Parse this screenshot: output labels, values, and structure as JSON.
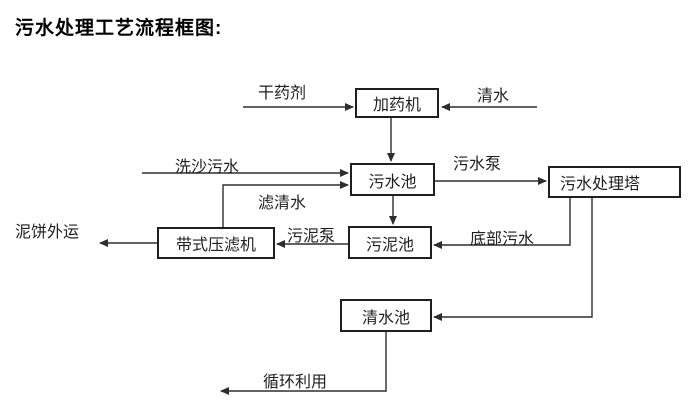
{
  "title": "污水处理工艺流程框图:",
  "nodes": {
    "dosing_machine": {
      "label": "加药机"
    },
    "sewage_pool": {
      "label": "污水池"
    },
    "treatment_tower": {
      "label": "污水处理塔"
    },
    "belt_filter_press": {
      "label": "带式压滤机"
    },
    "sludge_pool": {
      "label": "污泥池"
    },
    "clean_water_pool": {
      "label": "清水池"
    }
  },
  "flow_labels": {
    "dry_agent": "干药剂",
    "clean_water_in": "清水",
    "sand_washing_sewage": "洗沙污水",
    "filtered_water": "滤清水",
    "sewage_pump": "污水泵",
    "sludge_pump": "污泥泵",
    "bottom_sewage": "底部污水",
    "mud_cake_out": "泥饼外运",
    "recycle_use": "循环利用"
  },
  "edges": [
    {
      "from": "干药剂(外部)",
      "to": "加药机",
      "label": "干药剂"
    },
    {
      "from": "清水(外部)",
      "to": "加药机",
      "label": "清水"
    },
    {
      "from": "加药机",
      "to": "污水池",
      "label": ""
    },
    {
      "from": "洗沙污水(外部)",
      "to": "污水池",
      "label": "洗沙污水"
    },
    {
      "from": "带式压滤机",
      "to": "污水池",
      "label": "滤清水"
    },
    {
      "from": "污水池",
      "to": "污水处理塔",
      "label": "污水泵"
    },
    {
      "from": "污水池",
      "to": "污泥池",
      "label": ""
    },
    {
      "from": "污水处理塔",
      "to": "污泥池",
      "label": "底部污水"
    },
    {
      "from": "污泥池",
      "to": "带式压滤机",
      "label": "污泥泵"
    },
    {
      "from": "带式压滤机",
      "to": "泥饼外运",
      "label": "泥饼外运"
    },
    {
      "from": "污水处理塔",
      "to": "清水池",
      "label": ""
    },
    {
      "from": "清水池",
      "to": "循环利用",
      "label": "循环利用"
    }
  ],
  "colors": {
    "background": "#ffffff",
    "line": "#2e2e2e",
    "box_border": "#1f1f1f",
    "text": "#1f1f1f",
    "title_text": "#000000"
  }
}
